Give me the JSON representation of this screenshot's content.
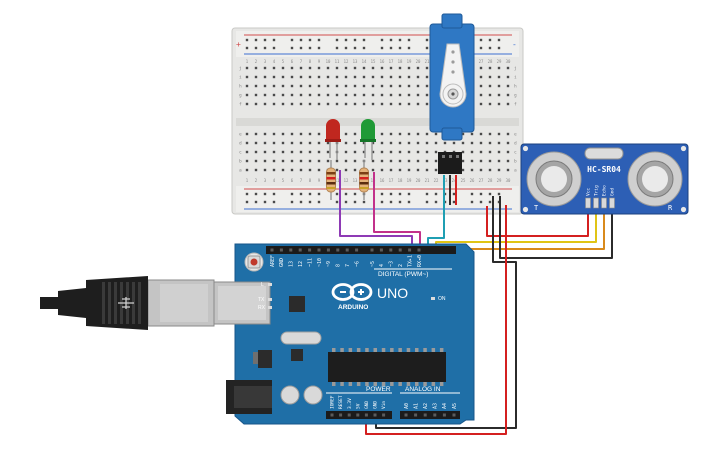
{
  "breadboard": {
    "column_numbers": [
      "1",
      "2",
      "3",
      "4",
      "5",
      "6",
      "7",
      "8",
      "9",
      "10",
      "11",
      "12",
      "13",
      "14",
      "15",
      "16",
      "17",
      "18",
      "19",
      "20",
      "21",
      "22",
      "23",
      "24",
      "25",
      "26",
      "27",
      "28",
      "29",
      "30"
    ],
    "row_letters_top": [
      "j",
      "i",
      "h",
      "g",
      "f"
    ],
    "row_letters_bottom": [
      "e",
      "d",
      "c",
      "b",
      "a"
    ],
    "rail_plus": "+",
    "rail_minus": "-"
  },
  "sensor": {
    "model_label": "HC-SR04",
    "left_corner": "T",
    "right_corner": "R",
    "pins": [
      "Vcc",
      "Trig",
      "Echo",
      "Gnd"
    ]
  },
  "arduino": {
    "logo_text": "UNO",
    "brand_text": "ARDUINO",
    "digital_header": "DIGITAL (PWM~)",
    "power_header": "POWER",
    "analog_header": "ANALOG IN",
    "on_label": "ON",
    "led_l": "L",
    "led_tx": "TX",
    "led_rx": "RX",
    "digital_pins": [
      "AREF",
      "GND",
      "13",
      "12",
      "~11",
      "~10",
      "~9",
      "8",
      "7",
      "~6",
      "~5",
      "4",
      "~3",
      "2",
      "TX▸1",
      "RX◂0"
    ],
    "power_pins": [
      "IOREF",
      "RESET",
      "3.3V",
      "5V",
      "GND",
      "GND",
      "Vin"
    ],
    "analog_pins": [
      "A0",
      "A1",
      "A2",
      "A3",
      "A4",
      "A5"
    ]
  },
  "components": {
    "led_red_color": "#c0271f",
    "led_green_color": "#1f9a36",
    "wire_purple": "#8e3ab5",
    "wire_magenta": "#c2318b",
    "wire_cyan": "#1f9fb3",
    "wire_red": "#d42020",
    "wire_black": "#2b2b2b",
    "wire_yellow": "#e0c415",
    "wire_orange": "#d98a1c",
    "servo_color": "#2f78c4",
    "board_color": "#1f6fa7"
  }
}
